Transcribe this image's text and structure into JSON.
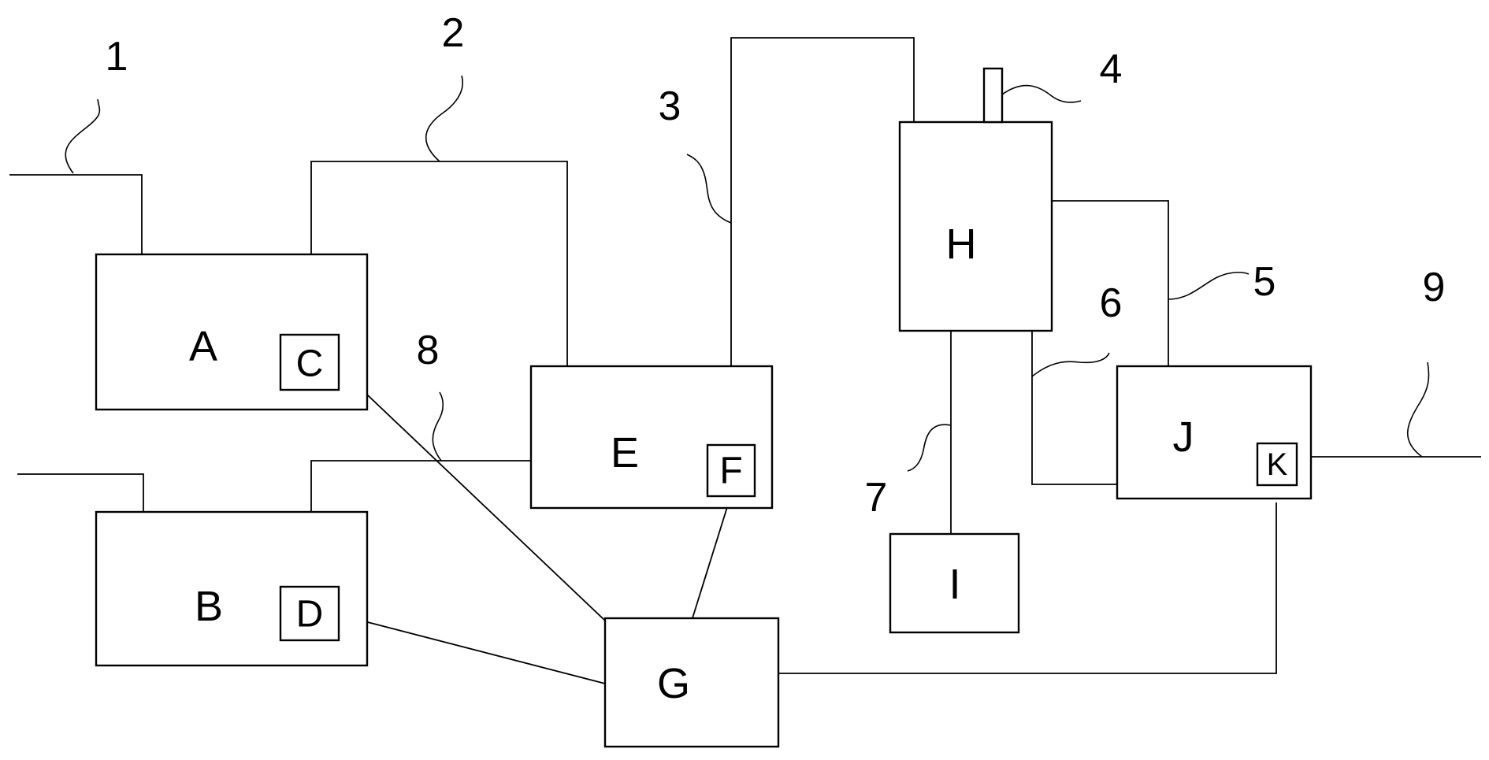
{
  "diagram": {
    "blocks": {
      "A": "A",
      "B": "B",
      "C": "C",
      "D": "D",
      "E": "E",
      "F": "F",
      "G": "G",
      "H": "H",
      "I": "I",
      "J": "J",
      "K": "K"
    },
    "labels": {
      "n1": "1",
      "n2": "2",
      "n3": "3",
      "n4": "4",
      "n5": "5",
      "n6": "6",
      "n7": "7",
      "n8": "8",
      "n9": "9"
    }
  }
}
